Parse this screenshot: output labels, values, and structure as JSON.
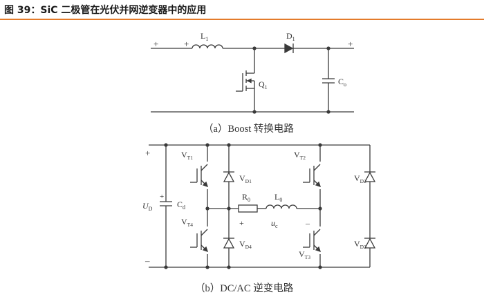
{
  "header": {
    "title": "图 39：SiC 二极管在光伏并网逆变器中的应用",
    "accent_color": "#e47b2b"
  },
  "boost": {
    "caption": "（a）Boost 转换电路",
    "in_plus_1": "+",
    "in_plus_2": "+",
    "out_plus": "+",
    "L_main": "L",
    "L_sub": "1",
    "D_main": "D",
    "D_sub": "1",
    "Q_main": "Q",
    "Q_sub": "1",
    "C_main": "C",
    "C_sub": "o"
  },
  "inverter": {
    "caption": "（b）DC/AC 逆变电路",
    "plus": "+",
    "minus": "–",
    "UD_main": "U",
    "UD_sub": "D",
    "cap_plus": "+",
    "Cd_main": "C",
    "Cd_sub": "d",
    "VT1_main": "V",
    "VT1_sub": "T1",
    "VT2_main": "V",
    "VT2_sub": "T2",
    "VT3_main": "V",
    "VT3_sub": "T3",
    "VT4_main": "V",
    "VT4_sub": "T4",
    "VD1_main": "V",
    "VD1_sub": "D1",
    "VD2_main": "V",
    "VD2_sub": "D2",
    "VD3_main": "V",
    "VD3_sub": "D3",
    "VD4_main": "V",
    "VD4_sub": "D4",
    "R0_main": "R",
    "R0_sub": "0",
    "L0_main": "L",
    "L0_sub": "0",
    "uc_main": "u",
    "uc_sub": "c",
    "uc_plus": "+",
    "uc_minus": "–"
  }
}
